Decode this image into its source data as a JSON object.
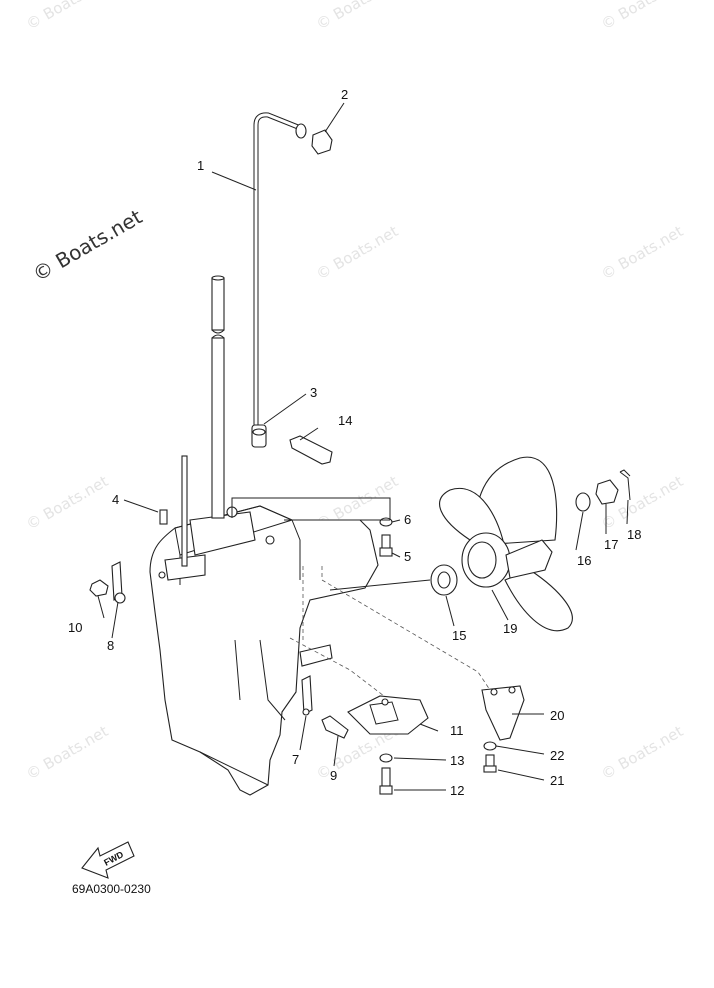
{
  "diagram": {
    "code": "69A0300-0230",
    "fwd_label": "FWD",
    "watermark_main": "© Boats.net",
    "watermark_tile": "© Boats.net"
  },
  "callouts": [
    {
      "id": "1",
      "text": "1"
    },
    {
      "id": "2",
      "text": "2"
    },
    {
      "id": "3",
      "text": "3"
    },
    {
      "id": "4",
      "text": "4"
    },
    {
      "id": "5",
      "text": "5"
    },
    {
      "id": "6",
      "text": "6"
    },
    {
      "id": "7",
      "text": "7"
    },
    {
      "id": "8",
      "text": "8"
    },
    {
      "id": "9",
      "text": "9"
    },
    {
      "id": "10",
      "text": "10"
    },
    {
      "id": "11",
      "text": "11"
    },
    {
      "id": "12",
      "text": "12"
    },
    {
      "id": "13",
      "text": "13"
    },
    {
      "id": "14",
      "text": "14"
    },
    {
      "id": "15",
      "text": "15"
    },
    {
      "id": "16",
      "text": "16"
    },
    {
      "id": "17",
      "text": "17"
    },
    {
      "id": "18",
      "text": "18"
    },
    {
      "id": "19",
      "text": "19"
    },
    {
      "id": "20",
      "text": "20"
    },
    {
      "id": "21",
      "text": "21"
    },
    {
      "id": "22",
      "text": "22"
    }
  ]
}
